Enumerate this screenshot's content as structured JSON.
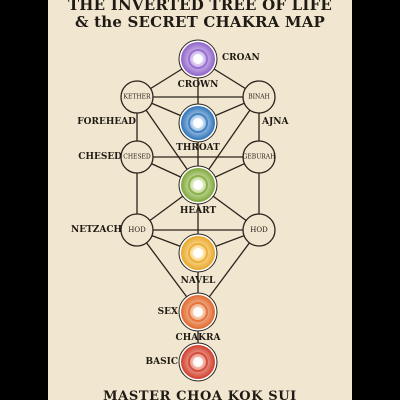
{
  "title": {
    "line1": "THE INVERTED TREE OF LIFE",
    "line2": "& the SECRET CHAKRA MAP"
  },
  "footer": "MASTER CHOA KOK SUI",
  "nodes": {
    "kether": "KETHER",
    "binah": "BINAH",
    "chesed": "CHESED",
    "geburah": "GEBURAH",
    "hod_left": "HOD",
    "hod_right": "HOD"
  },
  "labels": {
    "croan": "CROAN",
    "crown": "CROWN",
    "forehead": "FOREHEAD",
    "ajna": "AJNA",
    "chesed_side": "CHESED",
    "throat": "THROAT",
    "heart": "HEART",
    "netzach": "NETZACH",
    "navel": "NAVEL",
    "sex": "SEX",
    "chakra": "CHAKRA",
    "basic": "BASIC"
  },
  "chakras": [
    {
      "name": "crown",
      "color": "#8f63c9"
    },
    {
      "name": "throat",
      "color": "#2f73b8"
    },
    {
      "name": "heart",
      "color": "#7fa63c"
    },
    {
      "name": "navel",
      "color": "#e9a62a"
    },
    {
      "name": "sex",
      "color": "#e0682d"
    },
    {
      "name": "basic",
      "color": "#cf3e2b"
    }
  ]
}
